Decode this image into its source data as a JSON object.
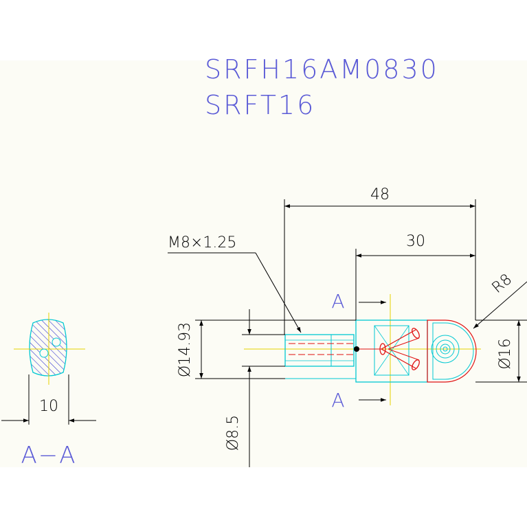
{
  "title": {
    "part_number": "SRFH16AM0830",
    "sub_part": "SRFT16",
    "color": "#5a5ad6"
  },
  "dimensions": {
    "overall_length": "48",
    "head_length": "30",
    "radius": "R8",
    "thread": "M8×1.25",
    "body_diameter": "Ø14.93",
    "head_diameter": "Ø16",
    "hole_diameter": "Ø8.5",
    "section_width": "10"
  },
  "section": {
    "marker_top": "A",
    "marker_bottom": "A",
    "view_label": "A−A"
  },
  "colors": {
    "dimension": "#000000",
    "outline": "#00c8d2",
    "centerline": "#e6d200",
    "detail": "#e01010",
    "hatch": "#3a3ad0",
    "label": "#5a5ad6"
  }
}
